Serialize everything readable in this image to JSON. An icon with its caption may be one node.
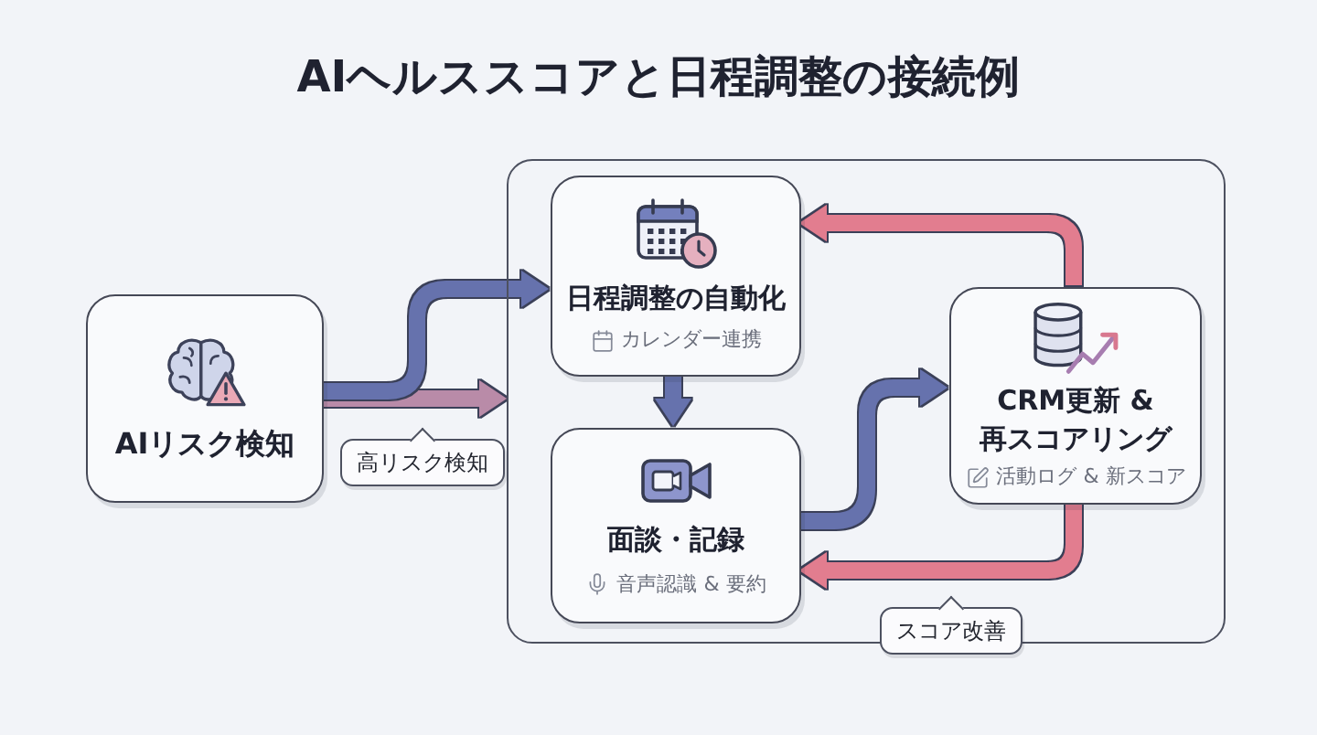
{
  "diagram": {
    "title": "AIヘルススコアと日程調整の接続例",
    "nodes": [
      {
        "text": [
          "AIリスク検知"
        ]
      },
      {
        "text": [],
        "shape": "box"
      },
      {
        "text": [
          "日程調整の自動化",
          "カレンダー連携"
        ],
        "in": 1
      },
      {
        "text": [
          "面談・記録",
          "音声認識 & 要約"
        ],
        "in": 1
      },
      {
        "text": [
          "CRM更新 & 再スコアリング",
          "活動ログ & 新スコア"
        ],
        "in": 1
      }
    ],
    "edges": [
      {
        "from": 0,
        "to": 2,
        "arrow": "to"
      },
      {
        "from": 0,
        "to": 1,
        "arrow": "to",
        "label": "高リスク検知",
        "color": "#b98ba8"
      },
      {
        "from": 2,
        "to": 3,
        "arrow": "to"
      },
      {
        "from": 3,
        "to": 4,
        "arrow": "to"
      },
      {
        "from": 4,
        "to": 2,
        "arrow": "to",
        "color": "#e27d8f"
      },
      {
        "from": 4,
        "to": 3,
        "arrow": "to",
        "label": "スコア改善",
        "color": "#e27d8f"
      }
    ]
  }
}
